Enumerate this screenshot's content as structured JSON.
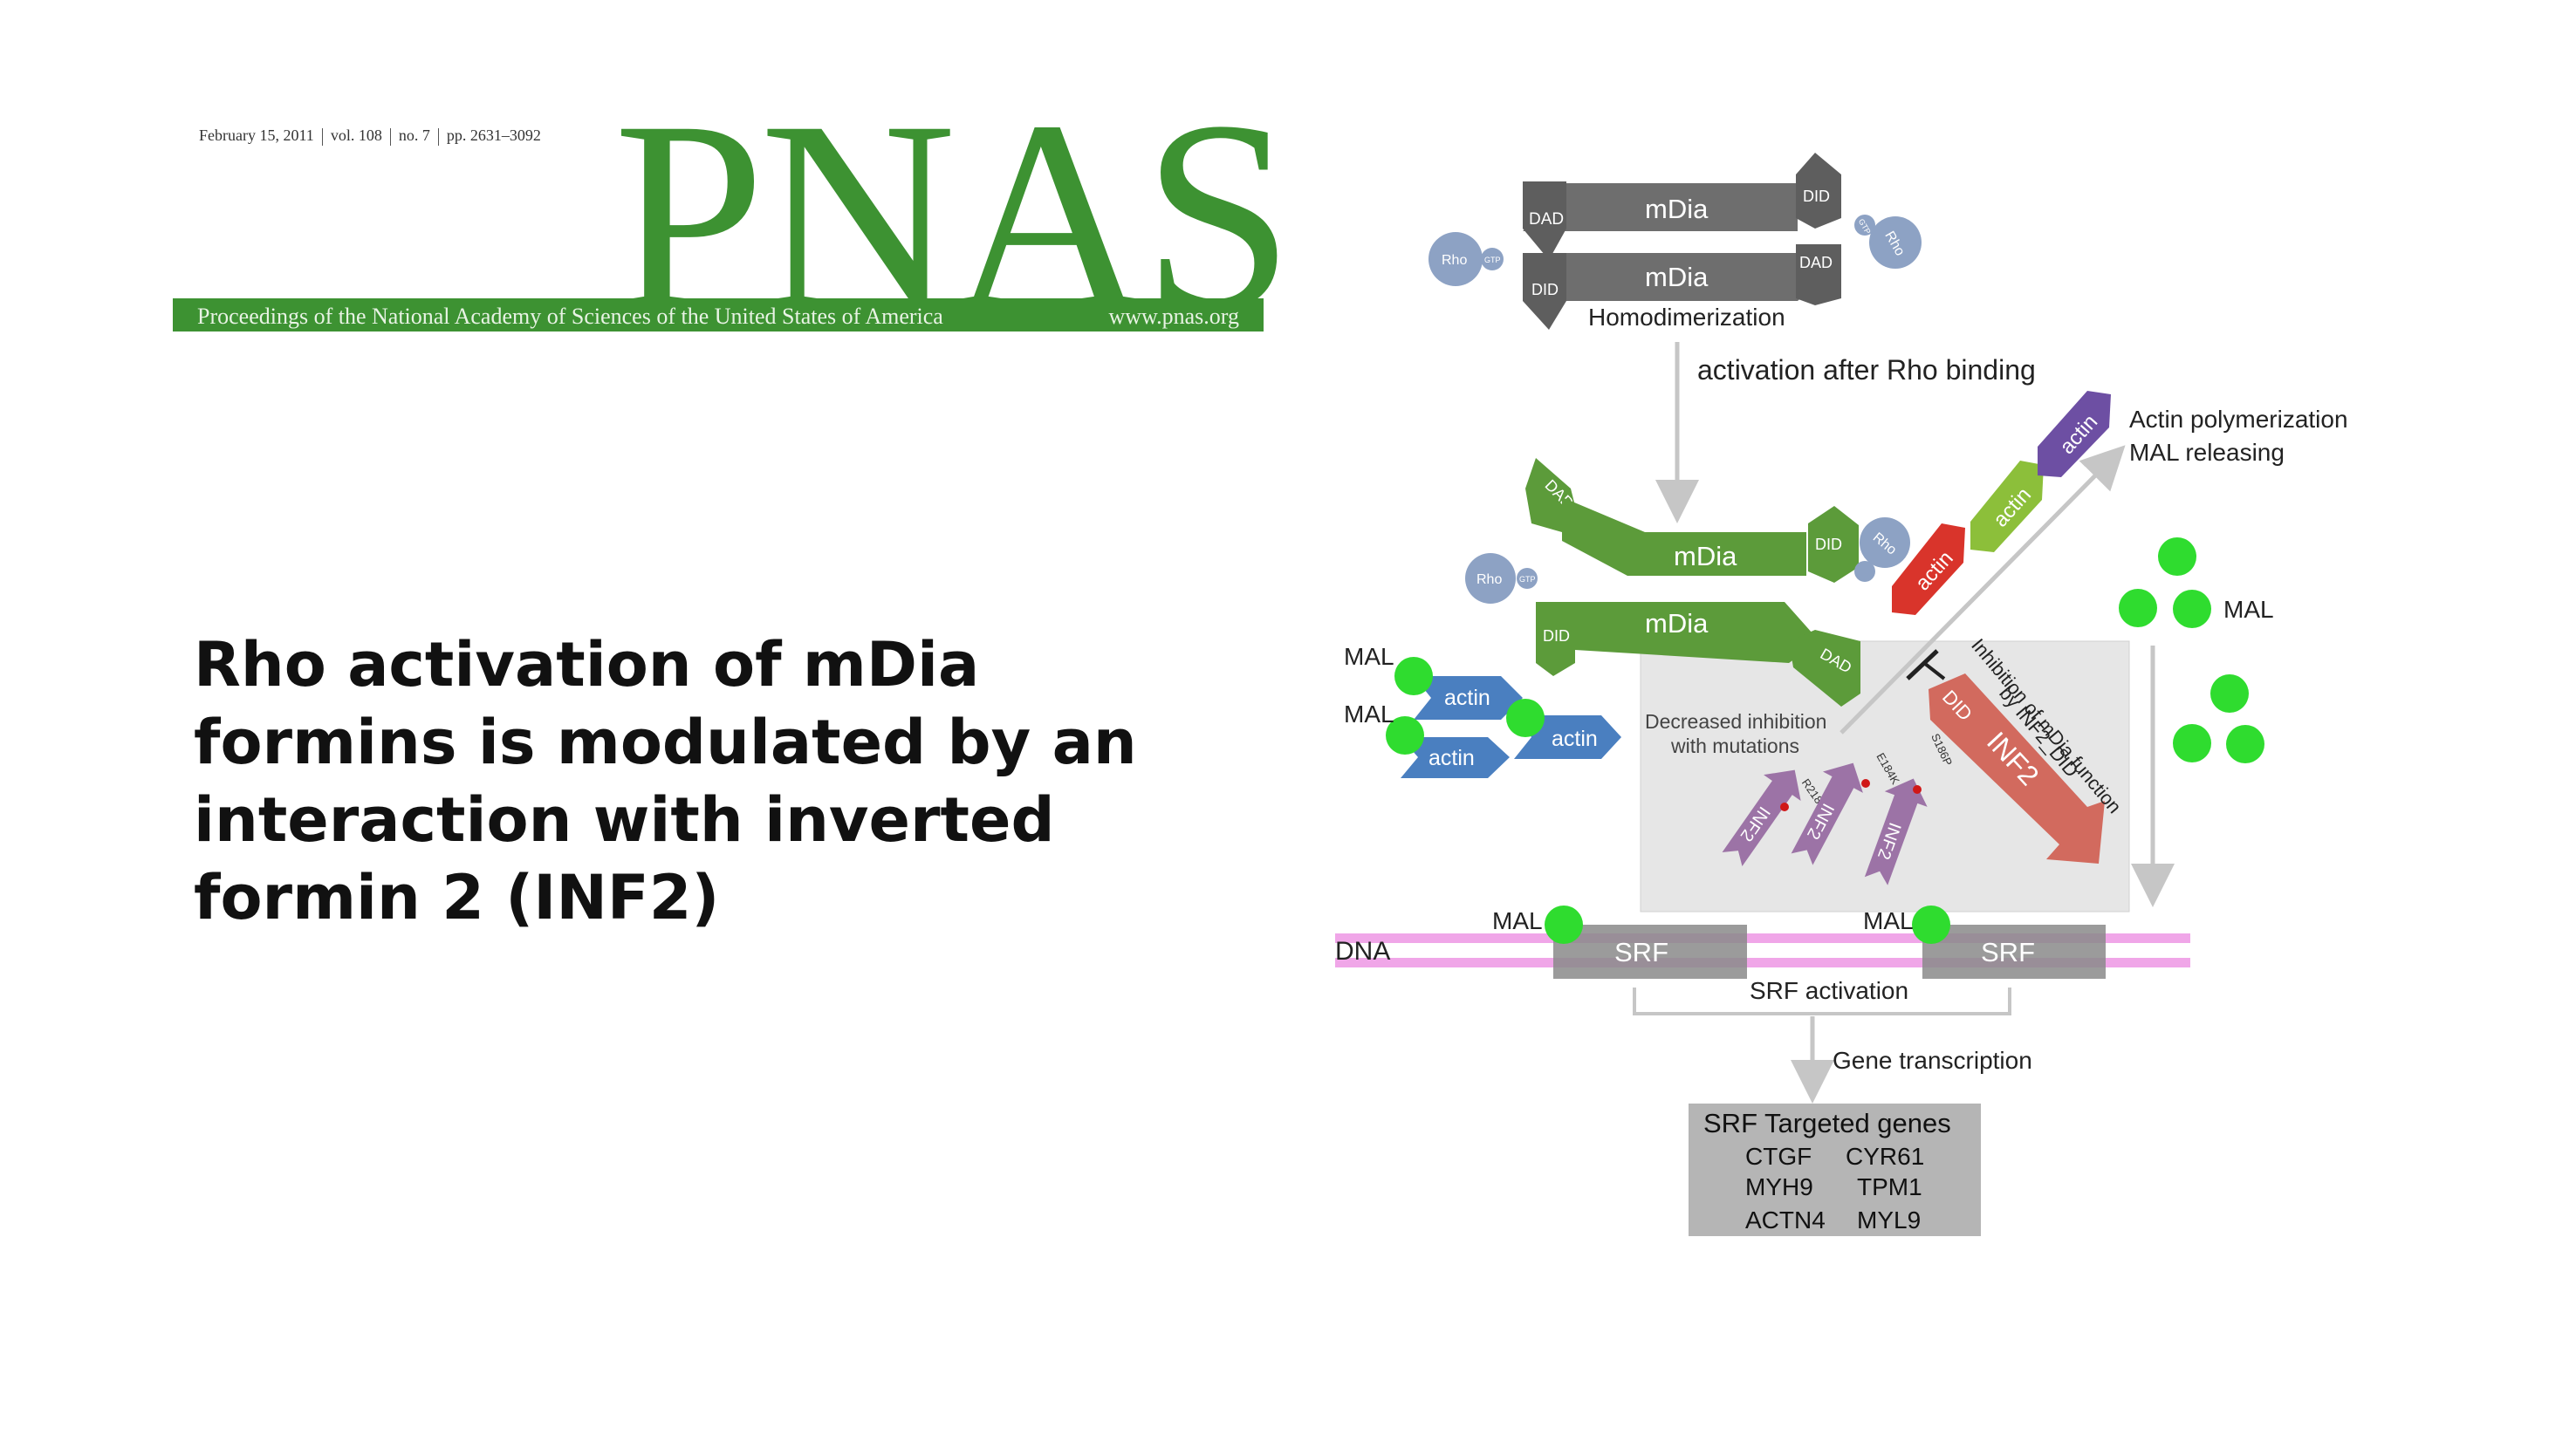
{
  "masthead": {
    "date": "February 15, 2011",
    "volume": "vol. 108",
    "number": "no. 7",
    "pages": "pp. 2631–3092",
    "journal": "PNAS",
    "tagline": "Proceedings of the National Academy of Sciences of the United States of America",
    "url": "www.pnas.org"
  },
  "headline": {
    "line1": "Rho activation of mDia",
    "line2": "formins is modulated by an",
    "line3": "interaction with inverted",
    "line4": "formin 2 (INF2)"
  },
  "diagram": {
    "mdia": "mDia",
    "dad": "DAD",
    "did": "DID",
    "rho": "Rho",
    "gtp": "GTP",
    "homodimerization": "Homodimerization",
    "activation_after_rho": "activation after Rho binding",
    "actin": "actin",
    "actin_poly_line1": "Actin polymerization",
    "actin_poly_line2": "MAL releasing",
    "mal": "MAL",
    "decreased_line1": "Decreased inhibition",
    "decreased_line2": "with mutations",
    "inhibition_line1": "Inhibition of mDia function",
    "inhibition_line2": "by INF2_DID",
    "inf2": "INF2",
    "mutations": [
      "R218Q",
      "E184K",
      "S186P"
    ],
    "dna": "DNA",
    "srf": "SRF",
    "srf_activation": "SRF activation",
    "gene_transcription": "Gene transcription",
    "srf_genes_title": "SRF Targeted genes",
    "genes": [
      [
        "CTGF",
        "CYR61"
      ],
      [
        "MYH9",
        "TPM1"
      ],
      [
        "ACTN4",
        "MYL9"
      ]
    ]
  },
  "colors": {
    "brand_green": "#3d9232",
    "mdia_inactive": "#6e6e6e",
    "mdia_active": "#5c9b3a",
    "rho": "#8da2c4",
    "actin_blue": "#4a7fc0",
    "actin_red": "#d9342b",
    "actin_green": "#8cbf3a",
    "actin_purple": "#6d4fa3",
    "inf2": "#d26a5e",
    "inf2_mutant": "#9c73a6",
    "mal": "#2fdc2f",
    "dna": "#f0a6e8",
    "srf": "#8a8a8a"
  }
}
